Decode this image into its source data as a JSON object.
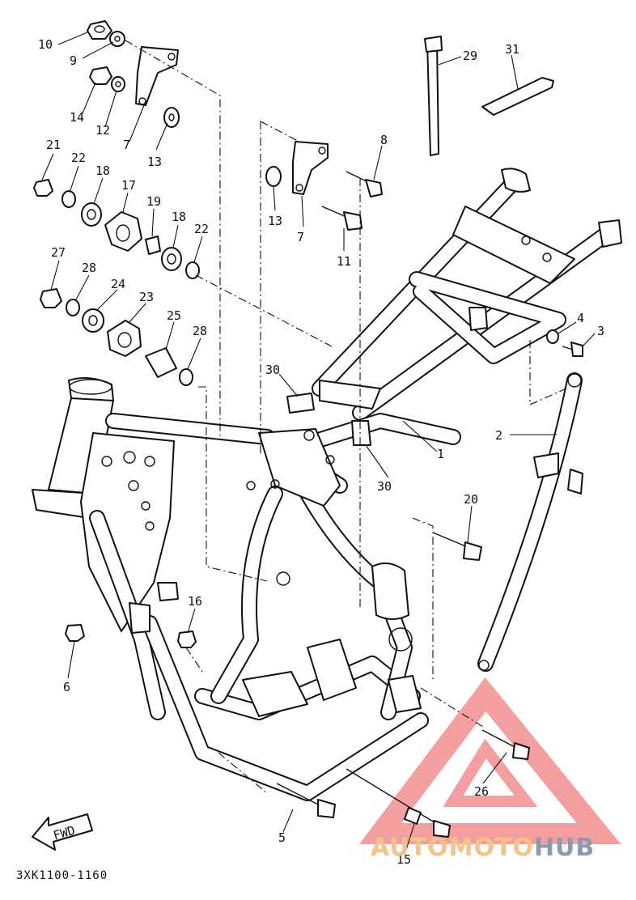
{
  "diagram": {
    "part_numbers": {
      "p1": "1",
      "p2": "2",
      "p3": "3",
      "p4": "4",
      "p5": "5",
      "p6": "6",
      "p7a": "7",
      "p7b": "7",
      "p8": "8",
      "p9": "9",
      "p10": "10",
      "p11": "11",
      "p12": "12",
      "p13a": "13",
      "p13b": "13",
      "p14": "14",
      "p15": "15",
      "p16": "16",
      "p17": "17",
      "p18a": "18",
      "p18b": "18",
      "p19": "19",
      "p20": "20",
      "p21": "21",
      "p22a": "22",
      "p22b": "22",
      "p23": "23",
      "p24": "24",
      "p25": "25",
      "p26": "26",
      "p27": "27",
      "p28a": "28",
      "p28b": "28",
      "p29": "29",
      "p30a": "30",
      "p30b": "30",
      "p31": "31"
    },
    "fwd_label": "FWD",
    "drawing_code": "3XK1100-1160"
  },
  "watermark": {
    "part1": "AUTOMOTO",
    "part2": "HUB",
    "colors": {
      "triangle": "#f08080",
      "text1": "#f5c289",
      "text2": "#8a9bb0"
    }
  }
}
